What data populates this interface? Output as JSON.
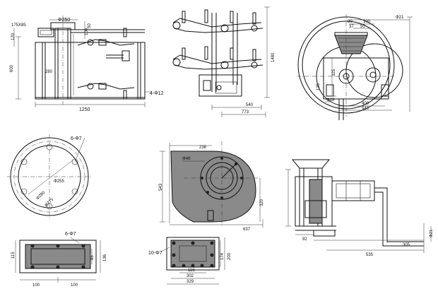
{
  "view_top_left": {
    "flange": "175X85",
    "dia_top": "Φ250",
    "h_120": "120",
    "h_600": "600",
    "d_280": "280",
    "d_50": "50",
    "d_100": "100",
    "w_1250": "1250",
    "holes": "4-Φ12"
  },
  "view_top_mid": {
    "h_1480": "1480",
    "w_540": "540",
    "w_773": "773"
  },
  "view_top_right": {
    "d_621": "Φ21",
    "d_80": "80",
    "d_100": "100",
    "d_37": "37",
    "d_50": "50",
    "d_325": "325",
    "d_125": "125",
    "d_p28": "Φ28",
    "d_400": "400",
    "d_540": "540"
  },
  "view_bot_left": {
    "holes": "6-Φ7",
    "pcd1": "Φ255",
    "pcd2": "Φ280",
    "pcd3": "Φ275"
  },
  "view_bot_left_small": {
    "holes": "6-Φ7",
    "h_115": "115",
    "w_100a": "100",
    "w_100b": "100",
    "h_85": "85",
    "h_136": "136"
  },
  "view_bot_mid": {
    "d_238": "238",
    "d_543": "543",
    "d_320": "320",
    "d_637": "637",
    "d_546": "Φ46"
  },
  "view_bot_mid_small": {
    "holes": "10-Φ7",
    "h_174": "174",
    "h_200": "200",
    "w_116": "116",
    "w_302": "302",
    "w_329": "329"
  },
  "view_bot_right": {
    "d_92": "92",
    "d_305": "305",
    "d_535": "535",
    "d_621": "Φ21"
  }
}
